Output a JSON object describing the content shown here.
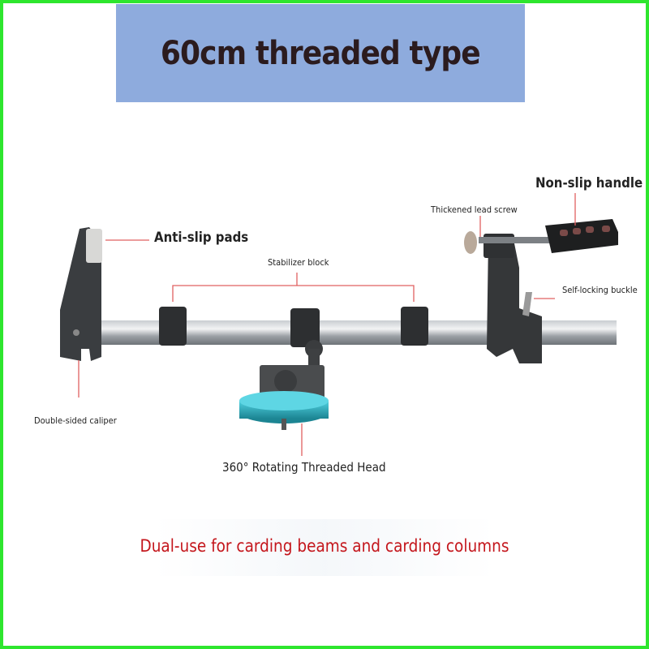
{
  "banner": {
    "title": "60cm threaded type"
  },
  "labels": {
    "anti_slip": "Anti-slip pads",
    "stabilizer": "Stabilizer block",
    "lead_screw": "Thickened lead screw",
    "handle": "Non-slip handle",
    "buckle": "Self-locking buckle",
    "caliper": "Double-sided caliper",
    "rotating_head": "360° Rotating Threaded Head"
  },
  "footer": {
    "text": "Dual-use for carding beams and carding columns"
  },
  "colors": {
    "frame": "#2ee62e",
    "banner": "#8eabdd",
    "accent_line": "#e05050",
    "footer_text": "#c4161c",
    "knob": "#27a7b8"
  }
}
